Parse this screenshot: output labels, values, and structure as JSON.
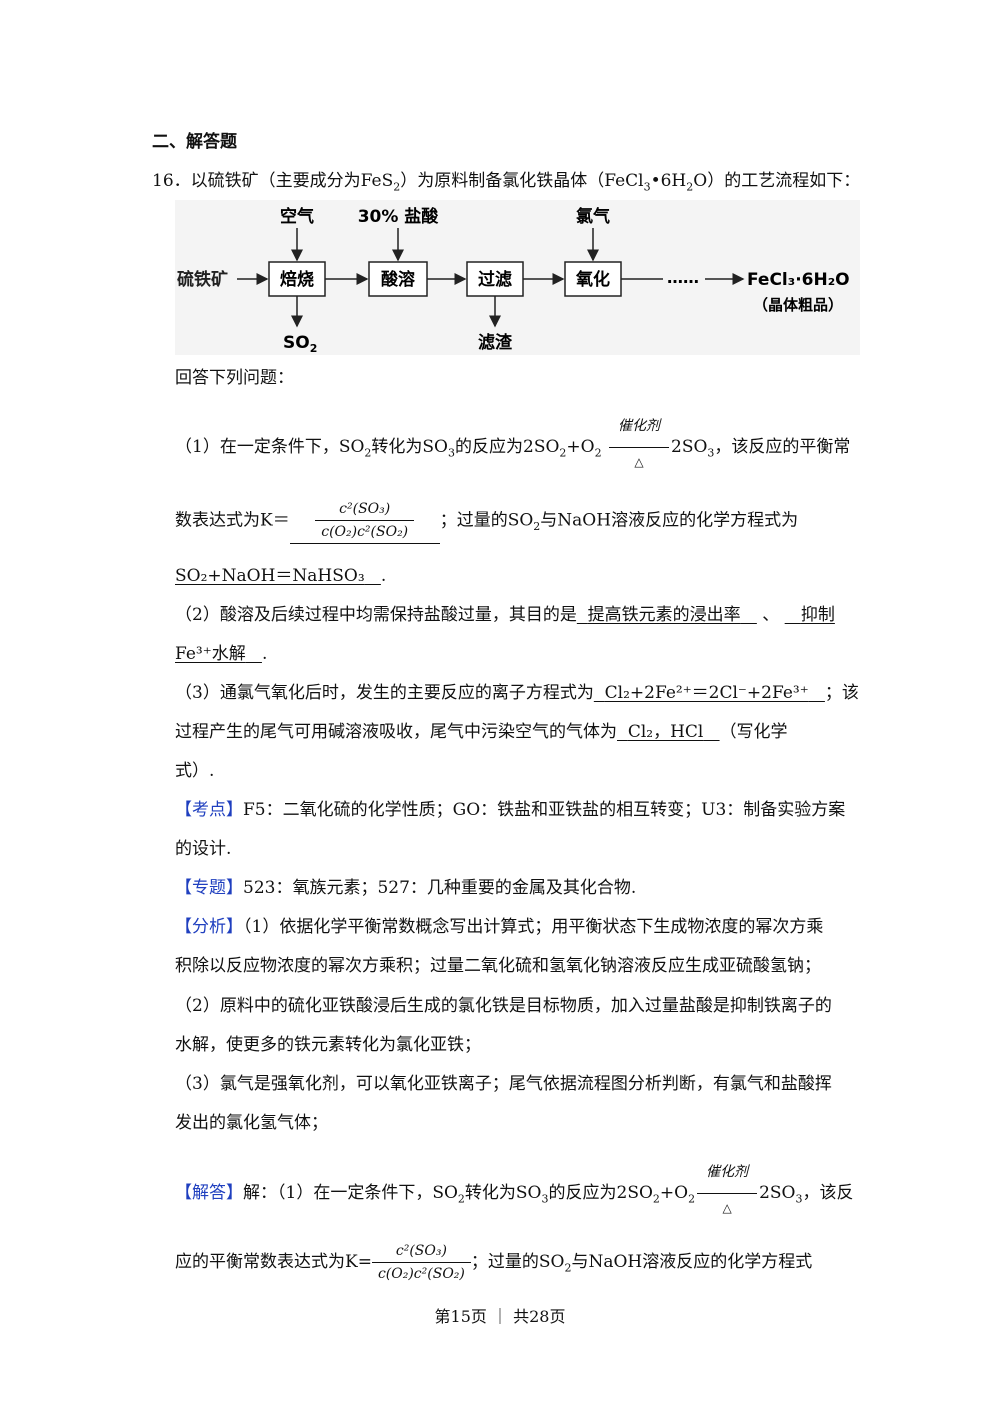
{
  "section_heading": "二、解答题",
  "question": {
    "number": "16．",
    "stem_a": "以硫铁矿（主要成分为FeS",
    "stem_b": "）为原料制备氯化铁晶体（FeCl",
    "stem_c": "•6H",
    "stem_d": "O）的工艺流程如下："
  },
  "flowchart": {
    "input": "硫铁矿",
    "steps": [
      "焙烧",
      "酸溶",
      "过滤",
      "氧化"
    ],
    "add_air": "空气",
    "add_acid": "30% 盐酸",
    "add_cl": "氯气",
    "out_so2": "SO",
    "out_residue": "滤渣",
    "dots": "……",
    "product": "FeCl₃·6H₂O",
    "product_note": "（晶体粗品）"
  },
  "answer_prompt": "回答下列问题：",
  "q1": {
    "a": "（1）在一定条件下，SO",
    "b": "转化为SO",
    "c": "的反应为2SO",
    "d": "+O",
    "catalyst": "催化剂",
    "heat": "△",
    "e": "2SO",
    "f": "，该反应的平衡常",
    "g": "数表达式为K＝",
    "frac_num": "c²(SO₃)",
    "frac_den": "c(O₂)c²(SO₂)",
    "h": "；过量的SO",
    "i": "与NaOH溶液反应的化学方程式为",
    "ans": "SO₂+NaOH＝NaHSO₃",
    "end": "."
  },
  "q2": {
    "a": "（2）酸溶及后续过程中均需保持盐酸过量，其目的是",
    "ans1": "提高铁元素的浸出率",
    "sep": "、",
    "ans2a": "抑制",
    "ans2b": "Fe³⁺水解",
    "end": "."
  },
  "q3": {
    "a": "（3）通氯气氧化后时，发生的主要反应的离子方程式为",
    "ans1": "Cl₂+2Fe²⁺＝2Cl⁻+2Fe³⁺",
    "b": "；该",
    "c": "过程产生的尾气可用碱溶液吸收，尾气中污染空气的气体为",
    "ans2": "Cl₂，HCl",
    "d": "（写化学",
    "e": "式）."
  },
  "kaodian": {
    "tag": "【考点】",
    "line1": "F5：二氧化硫的化学性质；GO：铁盐和亚铁盐的相互转变；U3：制备实验方案",
    "line2": "的设计."
  },
  "zhuanti": {
    "tag": "【专题】",
    "text": "523：氧族元素；527：几种重要的金属及其化合物."
  },
  "fenxi": {
    "tag": "【分析】",
    "line1": "（1）依据化学平衡常数概念写出计算式；用平衡状态下生成物浓度的幂次方乘",
    "line2": "积除以反应物浓度的幂次方乘积；过量二氧化硫和氢氧化钠溶液反应生成亚硫酸氢钠；",
    "line3": "（2）原料中的硫化亚铁酸浸后生成的氯化铁是目标物质，加入过量盐酸是抑制铁离子的",
    "line4": "水解，使更多的铁元素转化为氯化亚铁；",
    "line5": "（3）氯气是强氧化剂，可以氧化亚铁离子；尾气依据流程图分析判断，有氯气和盐酸挥",
    "line6": "发出的氯化氢气体；"
  },
  "jieda": {
    "tag": "【解答】",
    "a": "解：（1）在一定条件下，SO",
    "b": "转化为SO",
    "c": "的反应为2SO",
    "d": "+O",
    "e": "2SO",
    "f": "，该反",
    "g": "应的平衡常数表达式为K=",
    "h": "；过量的SO",
    "i": "与NaOH溶液反应的化学方程式"
  },
  "footer": "第15页 ｜ 共28页"
}
